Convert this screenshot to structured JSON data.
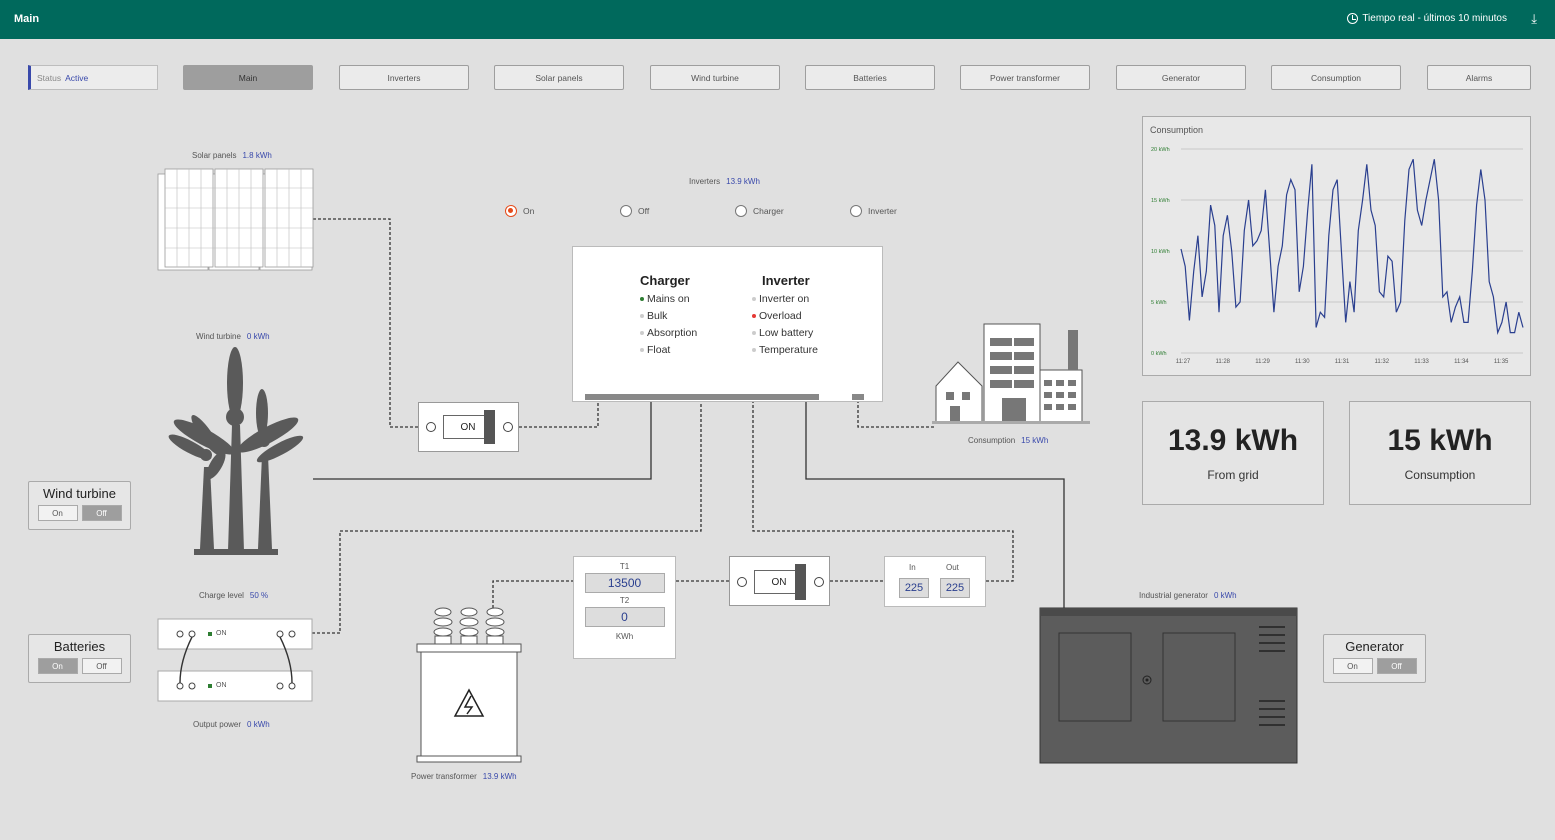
{
  "header": {
    "title": "Main",
    "time_range": "Tiempo real - últimos 10 minutos"
  },
  "status": {
    "label": "Status",
    "value": "Active"
  },
  "nav": [
    {
      "label": "Main",
      "active": true
    },
    {
      "label": "Inverters",
      "active": false
    },
    {
      "label": "Solar panels",
      "active": false
    },
    {
      "label": "Wind turbine",
      "active": false
    },
    {
      "label": "Batteries",
      "active": false
    },
    {
      "label": "Power transformer",
      "active": false
    },
    {
      "label": "Generator",
      "active": false
    },
    {
      "label": "Consumption",
      "active": false
    },
    {
      "label": "Alarms",
      "active": false
    }
  ],
  "solar": {
    "label": "Solar panels",
    "value": "1.8 kWh"
  },
  "wind": {
    "label": "Wind turbine",
    "value": "0 kWh"
  },
  "inverters": {
    "label": "Inverters",
    "value": "13.9 kWh",
    "modes": [
      {
        "label": "On",
        "selected": true
      },
      {
        "label": "Off",
        "selected": false
      },
      {
        "label": "Charger",
        "selected": false
      },
      {
        "label": "Inverter",
        "selected": false
      }
    ],
    "charger_title": "Charger",
    "charger_items": [
      {
        "label": "Mains on",
        "state": "green"
      },
      {
        "label": "Bulk",
        "state": "off"
      },
      {
        "label": "Absorption",
        "state": "off"
      },
      {
        "label": "Float",
        "state": "off"
      }
    ],
    "inverter_title": "Inverter",
    "inverter_items": [
      {
        "label": "Inverter on",
        "state": "off"
      },
      {
        "label": "Overload",
        "state": "red"
      },
      {
        "label": "Low battery",
        "state": "off"
      },
      {
        "label": "Temperature",
        "state": "off"
      }
    ]
  },
  "switch1": {
    "label": "ON"
  },
  "switch2": {
    "label": "ON"
  },
  "consumption_building": {
    "label": "Consumption",
    "value": "15 kWh"
  },
  "wind_toggle": {
    "title": "Wind turbine",
    "on": "On",
    "off": "Off",
    "selected": "off"
  },
  "batteries_toggle": {
    "title": "Batteries",
    "on": "On",
    "off": "Off",
    "selected": "on"
  },
  "generator_toggle": {
    "title": "Generator",
    "on": "On",
    "off": "Off",
    "selected": "off"
  },
  "battery": {
    "charge_label": "Charge level",
    "charge_value": "50 %",
    "on_label": "ON",
    "output_label": "Output power",
    "output_value": "0 kWh"
  },
  "transformer": {
    "label": "Power transformer",
    "value": "13.9 kWh"
  },
  "meter": {
    "t1_label": "T1",
    "t1_value": "13500",
    "t2_label": "T2",
    "t2_value": "0",
    "unit": "KWh"
  },
  "voltage": {
    "in_label": "In",
    "in_value": "225",
    "out_label": "Out",
    "out_value": "225"
  },
  "generator": {
    "label": "Industrial generator",
    "value": "0 kWh"
  },
  "kpis": [
    {
      "value": "13.9 kWh",
      "caption": "From grid"
    },
    {
      "value": "15 kWh",
      "caption": "Consumption"
    }
  ],
  "chart_data": {
    "type": "line",
    "title": "Consumption",
    "x_ticks": [
      "11:27",
      "11:28",
      "11:29",
      "11:30",
      "11:31",
      "11:32",
      "11:33",
      "11:34",
      "11:35"
    ],
    "y_ticks": [
      "0 kWh",
      "5 kWh",
      "10 kWh",
      "15 kWh",
      "20 kWh"
    ],
    "ylim": [
      0,
      20
    ],
    "color": "#2a3f8f",
    "series": [
      {
        "values": [
          10.2,
          8.5,
          3.2,
          8,
          11.5,
          5.5,
          8,
          14.5,
          12.5,
          4,
          11.5,
          13.5,
          10,
          4.5,
          5,
          12,
          15,
          10.5,
          11,
          12,
          16,
          10,
          4,
          8.5,
          10.5,
          15.5,
          17,
          16,
          6,
          8.5,
          14,
          18.5,
          2.5,
          4,
          3.5,
          11.5,
          16,
          17,
          10,
          3,
          7,
          4,
          12,
          15,
          18.5,
          14,
          12.5,
          6,
          5.5,
          9.5,
          9,
          4,
          5,
          13,
          18,
          19,
          14,
          12.5,
          15,
          17,
          19,
          15,
          5.5,
          6,
          3,
          4.5,
          5.5,
          3,
          3,
          8,
          14.5,
          18,
          15,
          7,
          5.5,
          2,
          3,
          5,
          2,
          2,
          4,
          2.5
        ]
      }
    ]
  }
}
